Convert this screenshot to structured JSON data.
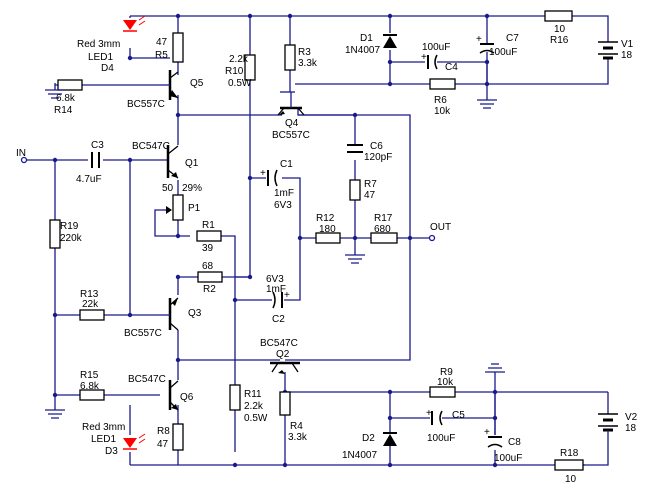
{
  "labels": {
    "led_top_name": "Red 3mm",
    "led_top_ref": "LED1",
    "led_top_des": "D4",
    "r5_value": "47",
    "r5_ref": "R5",
    "r14_value": "6.8k",
    "r14_ref": "R14",
    "q5_ref": "Q5",
    "q5_type": "BC557C",
    "r10_value": "2.2k",
    "r10_ref": "R10",
    "r10_power": "0.5W",
    "r3_ref": "R3",
    "r3_value": "3.3k",
    "d1_ref": "D1",
    "d1_type": "1N4007",
    "c4_value": "100uF",
    "c4_ref": "C4",
    "c7_ref": "C7",
    "c7_value": "100uF",
    "r16_value": "10",
    "r16_ref": "R16",
    "v1_ref": "V1",
    "v1_value": "18",
    "r6_ref": "R6",
    "r6_value": "10k",
    "q4_ref": "Q4",
    "q4_type": "BC557C",
    "in_label": "IN",
    "c3_ref": "C3",
    "c3_value": "4.7uF",
    "q1_type": "BC547C",
    "q1_ref": "Q1",
    "p1_value": "50",
    "p1_setting": "29%",
    "p1_ref": "P1",
    "c1_ref": "C1",
    "c1_value": "1mF",
    "c1_voltage": "6V3",
    "c6_ref": "C6",
    "c6_value": "120pF",
    "r7_ref": "R7",
    "r7_value": "47",
    "r19_ref": "R19",
    "r19_value": "220k",
    "r1_ref": "R1",
    "r1_value": "39",
    "r12_ref": "R12",
    "r12_value": "180",
    "r17_ref": "R17",
    "r17_value": "680",
    "out_label": "OUT",
    "r2_value": "68",
    "r2_ref": "R2",
    "c2_voltage": "6V3",
    "c2_value": "1mF",
    "c2_ref": "C2",
    "r13_ref": "R13",
    "r13_value": "22k",
    "q3_ref": "Q3",
    "q3_type": "BC557C",
    "q2_type": "BC547C",
    "q2_ref": "Q2",
    "r15_ref": "R15",
    "r15_value": "6.8k",
    "q6_type": "BC547C",
    "q6_ref": "Q6",
    "r9_ref": "R9",
    "r9_value": "10k",
    "c5_ref": "C5",
    "c5_value": "100uF",
    "v2_ref": "V2",
    "v2_value": "18",
    "r11_ref": "R11",
    "r11_value": "2.2k",
    "r11_power": "0.5W",
    "led_bot_name": "Red 3mm",
    "led_bot_ref": "LED1",
    "led_bot_des": "D3",
    "r8_ref": "R8",
    "r8_value": "47",
    "r4_ref": "R4",
    "r4_value": "3.3k",
    "d2_ref": "D2",
    "d2_type": "1N4007",
    "c8_ref": "C8",
    "c8_value": "100uF",
    "r18_value": "10",
    "r18_ref": "R18"
  },
  "colors": {
    "wire": "#1a1a8c",
    "component": "#000000",
    "led": "#ff0000",
    "background": "#ffffff"
  }
}
